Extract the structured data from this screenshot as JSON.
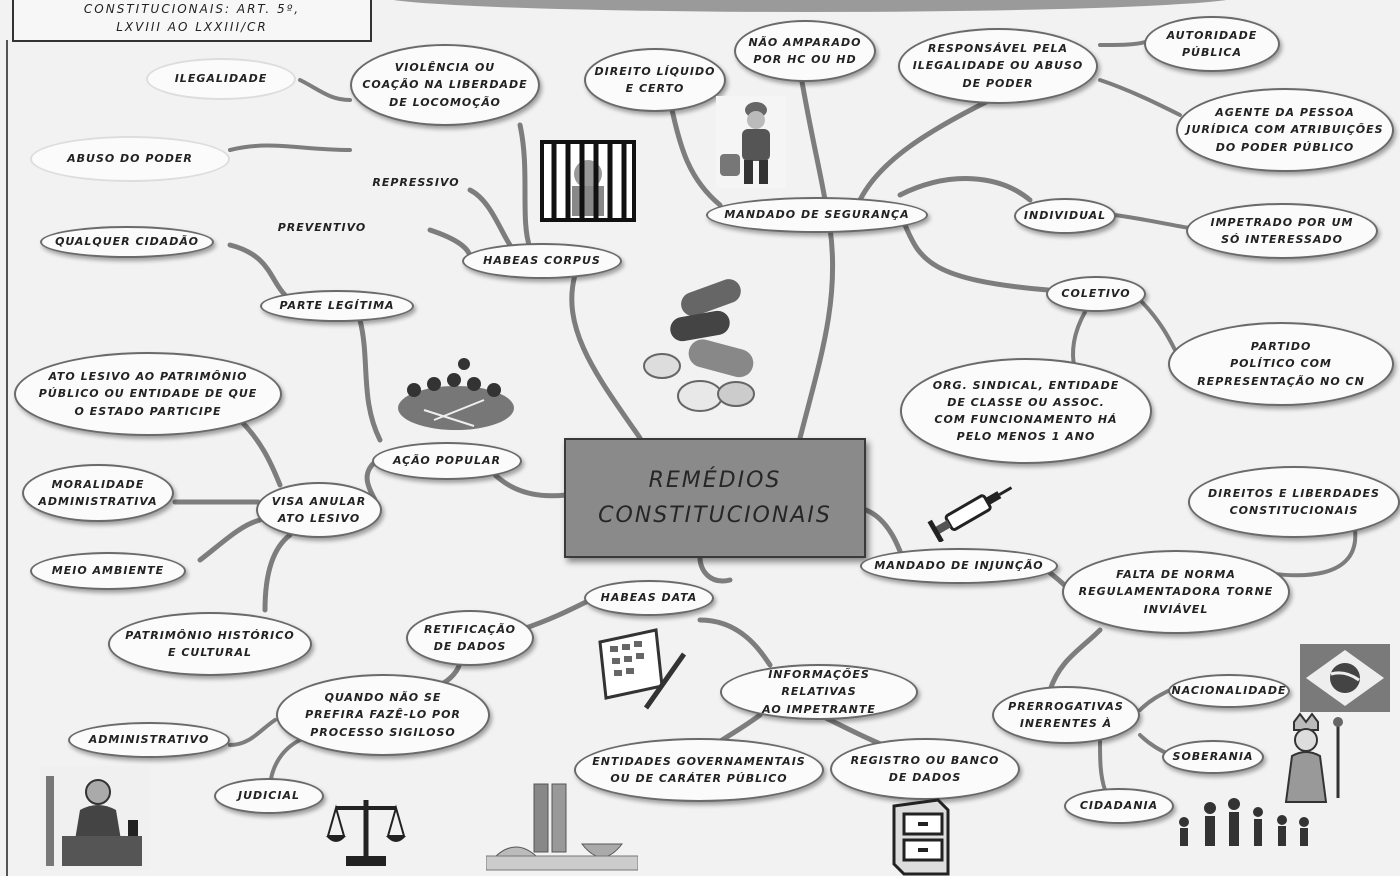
{
  "header": {
    "title_box": "CONSTITUCIONAIS: ART. 5º,\nLXVIII AO LXXIII/CR"
  },
  "center": {
    "label": "REMÉDIOS\nCONSTITUCIONAIS"
  },
  "habeas_corpus": {
    "label": "HABEAS CORPUS",
    "repressivo": "REPRESSIVO",
    "preventivo": "PREVENTIVO",
    "violencia": "VIOLÊNCIA OU\nCOAÇÃO NA LIBERDADE\nDE LOCOMOÇÃO",
    "ilegalidade": "ILEGALIDADE",
    "abuso": "ABUSO DO PODER"
  },
  "mandado_seguranca": {
    "label": "MANDADO DE SEGURANÇA",
    "direito": "DIREITO LÍQUIDO\nE CERTO",
    "nao_amparado": "NÃO AMPARADO\nPOR HC OU HD",
    "responsavel": "RESPONSÁVEL PELA\nILEGALIDADE OU ABUSO\nDE PODER",
    "autoridade": "AUTORIDADE\nPÚBLICA",
    "agente": "AGENTE DA PESSOA\nJURÍDICA COM ATRIBUIÇÕES\nDO PODER PÚBLICO",
    "individual": "INDIVIDUAL",
    "impetrado": "IMPETRADO POR UM\nSÓ INTERESSADO",
    "coletivo": "COLETIVO",
    "partido": "PARTIDO\nPOLÍTICO COM\nREPRESENTAÇÃO NO CN",
    "org_sindical": "ORG. SINDICAL, ENTIDADE\nDE CLASSE OU ASSOC.\nCOM FUNCIONAMENTO HÁ\nPELO MENOS 1 ANO"
  },
  "acao_popular": {
    "label": "AÇÃO POPULAR",
    "parte_legitima": "PARTE LEGÍTIMA",
    "qualquer_cidadao": "QUALQUER CIDADÃO",
    "ato_lesivo": "ATO LESIVO AO PATRIMÔNIO\nPÚBLICO OU ENTIDADE DE QUE\nO ESTADO PARTICIPE",
    "visa_anular": "VISA ANULAR\nATO LESIVO",
    "moralidade": "MORALIDADE\nADMINISTRATIVA",
    "meio_ambiente": "MEIO AMBIENTE",
    "patrimonio": "PATRIMÔNIO HISTÓRICO\nE CULTURAL"
  },
  "habeas_data": {
    "label": "HABEAS DATA",
    "retificacao": "RETIFICAÇÃO\nDE DADOS",
    "quando": "QUANDO NÃO SE\nPREFIRA FAZÊ-LO POR\nPROCESSO SIGILOSO",
    "administrativo": "ADMINISTRATIVO",
    "judicial": "JUDICIAL",
    "informacoes": "INFORMAÇÕES RELATIVAS\nAO IMPETRANTE",
    "entidades": "ENTIDADES GOVERNAMENTAIS\nOU DE CARÁTER PÚBLICO",
    "registro": "REGISTRO OU BANCO\nDE DADOS"
  },
  "mandado_injuncao": {
    "label": "MANDADO DE INJUNÇÃO",
    "direitos": "DIREITOS E LIBERDADES\nCONSTITUCIONAIS",
    "falta": "FALTA DE NORMA\nREGULAMENTADORA TORNE\nINVIÁVEL",
    "prerrogativas": "PRERROGATIVAS\nINERENTES À",
    "nacionalidade": "NACIONALIDADE",
    "soberania": "SOBERANIA",
    "cidadania": "CIDADANIA"
  },
  "icons": [
    "jail-icon",
    "police-officer-icon",
    "pills-icon",
    "crowd-icon",
    "calendar-pen-icon",
    "syringe-icon",
    "brazil-flag-icon",
    "king-icon",
    "family-icon",
    "judge-icon",
    "scales-icon",
    "congress-building-icon",
    "file-cabinet-icon"
  ],
  "colors": {
    "background": "#f2f2f2",
    "center_box": "#8a8a8a",
    "branch": "#7a7a7a"
  }
}
